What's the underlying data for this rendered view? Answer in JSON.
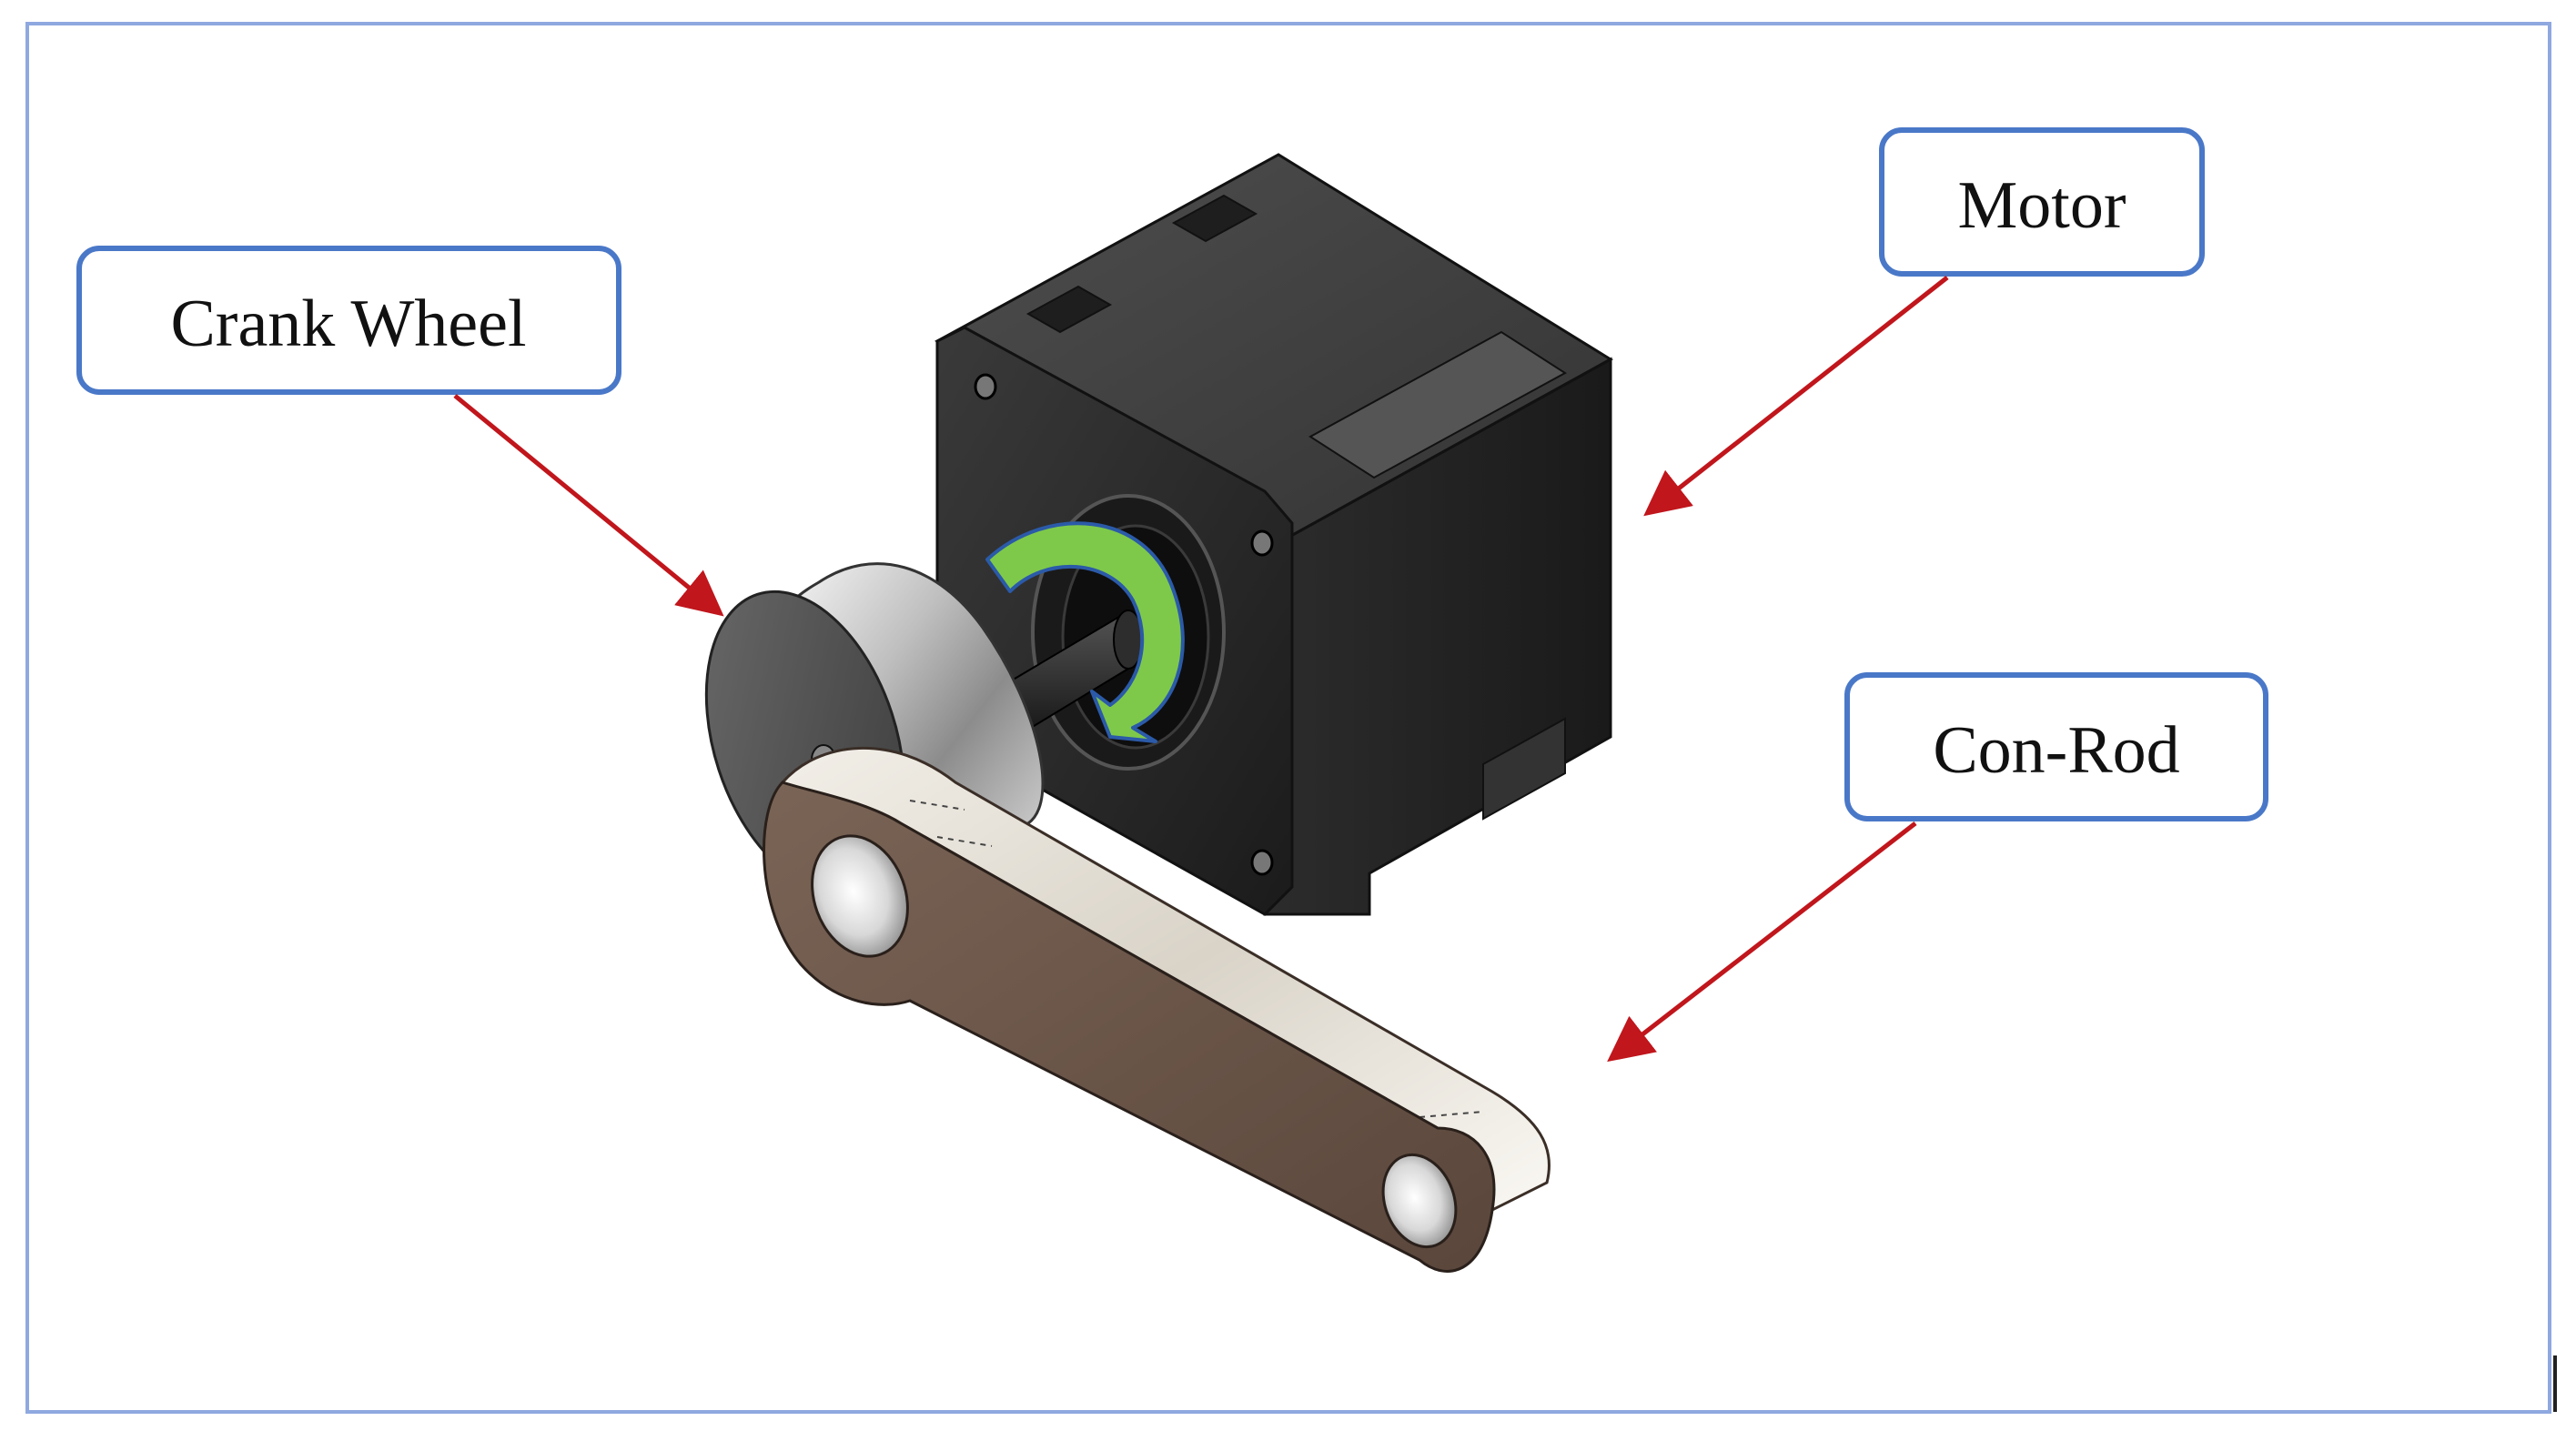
{
  "colors": {
    "frame": "#8fa8e0",
    "callout_border": "#4a78c8",
    "arrow": "#c0161c",
    "rotation_arrow": "#7fc94a",
    "motor_body": "#2a2a2a",
    "conrod": "#6b5548"
  },
  "labels": {
    "motor": "Motor",
    "crank_wheel": "Crank Wheel",
    "con_rod": "Con-Rod"
  },
  "icons": {
    "rotation": "clockwise-rotation-arrow-icon"
  }
}
